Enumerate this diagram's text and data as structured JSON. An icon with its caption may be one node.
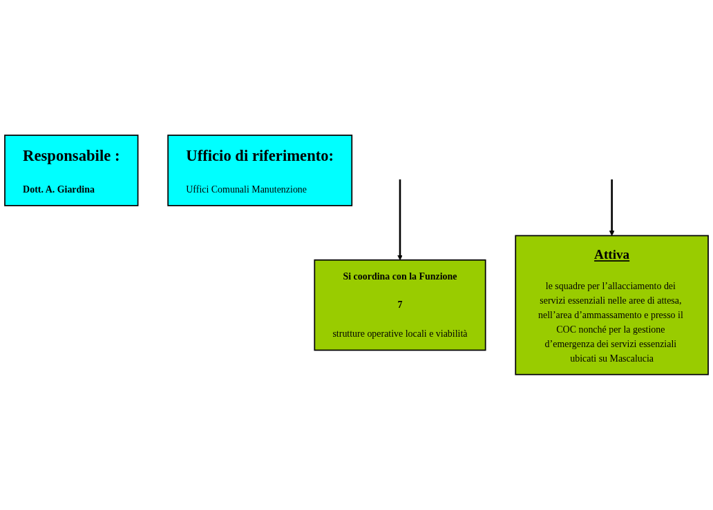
{
  "diagram": {
    "nodes": [
      {
        "text": [
          "Responsabile :",
          "Dott. A. Giardina"
        ]
      },
      {
        "text": [
          "Ufficio di riferimento:",
          "Uffici Comunali Manutenzione"
        ]
      },
      {
        "text": [
          "Si coordina con la Funzione",
          "7",
          "strutture operative locali e viabilità"
        ]
      },
      {
        "text": [
          "Attiva",
          "le squadre per l’allacciamento dei servizi essenziali nelle aree di attesa, nell’area d’ammassamento e presso il COC nonché per la gestione d’emergenza dei servizi essenziali ubicati su Mascalucia"
        ]
      }
    ],
    "edges": [
      {
        "from": null,
        "to": 2,
        "arrow": "to"
      },
      {
        "from": null,
        "to": 3,
        "arrow": "to"
      }
    ]
  }
}
